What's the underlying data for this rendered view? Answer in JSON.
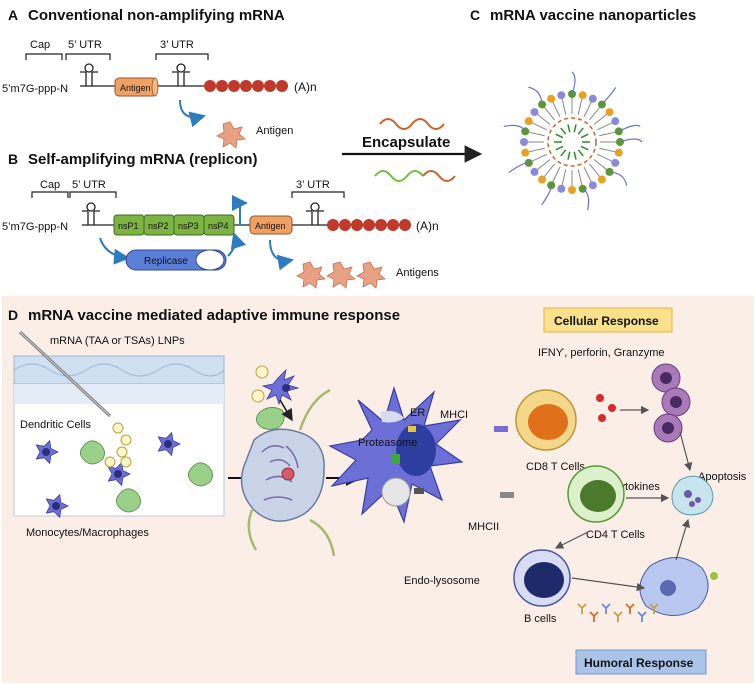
{
  "panel_a": {
    "letter": "A",
    "title": "Conventional non-amplifying mRNA",
    "cap": "Cap",
    "utr5": "5’ UTR",
    "utr3": "3’ UTR",
    "prefix": "5’m7G-ppp-N",
    "antigen_box": "Antigen",
    "polya": "(A)n",
    "product": "Antigen"
  },
  "panel_b": {
    "letter": "B",
    "title": "Self-amplifying mRNA (replicon)",
    "cap": "Cap",
    "utr5": "5’ UTR",
    "utr3": "3’ UTR",
    "prefix": "5’m7G-ppp-N",
    "nsp": [
      "nsP1",
      "nsP2",
      "nsP3",
      "nsP4"
    ],
    "antigen_box": "Antigen",
    "polya": "(A)n",
    "replicase": "Replicase",
    "product": "Antigens"
  },
  "panel_c": {
    "letter": "C",
    "title": "mRNA vaccine nanoparticles",
    "encapsulate": "Encapsulate"
  },
  "panel_d": {
    "letter": "D",
    "title": "mRNA vaccine mediated adaptive immune response",
    "lnp_label": "mRNA (TAA or TSAs) LNPs",
    "dendritic": "Dendritic Cells",
    "monocytes": "Monocytes/Macrophages",
    "er": "ER",
    "mhci": "MHCI",
    "proteasome": "Proteasome",
    "mhcii": "MHCII",
    "endo": "Endo-lysosome",
    "cellular": "Cellular Response",
    "humoral": "Humoral Response",
    "ifn": "IFNϒ, perforin, Granzyme",
    "cd8": "CD8 T Cells",
    "th1": "Th1 cytokines",
    "apoptosis": "Apoptosis",
    "cd4": "CD4 T Cells",
    "bcells": "B cells"
  },
  "colors": {
    "panel_d_bg": "#fbeee6",
    "cellular_bg": "#f9e08a",
    "humoral_bg": "#a9c4e8",
    "nsp_green": "#7cb342",
    "antigen_orange": "#f0a060",
    "polya_red": "#c0392b",
    "replicase_blue": "#5b7fd6",
    "dc_purple": "#6b6fd6",
    "macro_green": "#9bd08a"
  }
}
